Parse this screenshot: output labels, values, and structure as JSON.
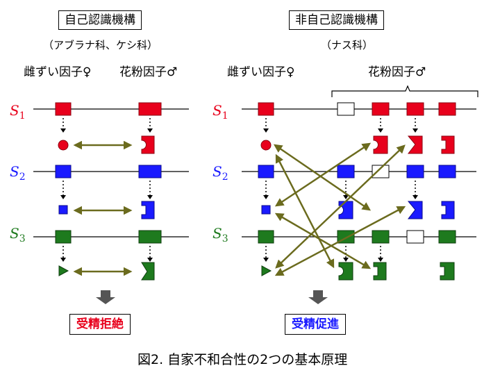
{
  "left_panel": {
    "title": "自己認識機構",
    "subtitle": "（アブラナ科、ケシ科）",
    "pistil_header": "雌ずい因子♀",
    "pollen_header": "花粉因子♂",
    "result": "受精拒絶"
  },
  "right_panel": {
    "title": "非自己認識機構",
    "subtitle": "（ナス科）",
    "pistil_header": "雌ずい因子♀",
    "pollen_header": "花粉因子♂",
    "result": "受精促進"
  },
  "haplotypes": [
    {
      "letter": "S",
      "index": "1",
      "color": "#e8001c"
    },
    {
      "letter": "S",
      "index": "2",
      "color": "#1a1aff"
    },
    {
      "letter": "S",
      "index": "3",
      "color": "#1e7a1e"
    }
  ],
  "colors": {
    "red": "#e8001c",
    "blue": "#1a1aff",
    "green": "#1e7a1e",
    "arrow": "#6b6b1e",
    "result_red": "#e8001c",
    "result_blue": "#1a1aff"
  },
  "caption": "図2. 自家不和合性の2つの基本原理"
}
